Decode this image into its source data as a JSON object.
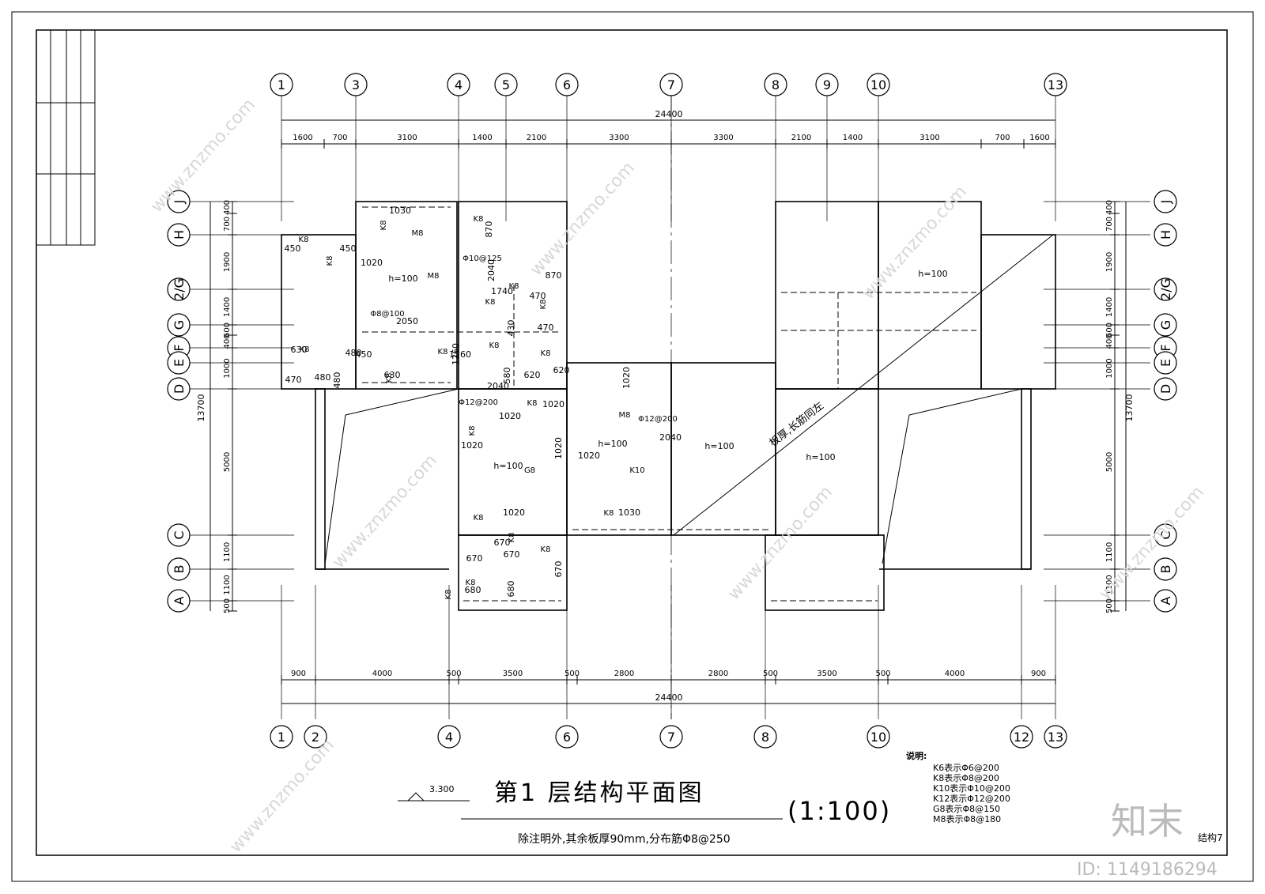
{
  "title": "第1 层结构平面图",
  "scale": "(1:100)",
  "elevation": "3.300",
  "subnote": "除注明外,其余板厚90mm,分布筋Φ8@250",
  "legend": {
    "heading": "说明:",
    "items": [
      "K6表示Φ6@200",
      "K8表示Φ8@200",
      "K10表示Φ10@200",
      "K12表示Φ12@200",
      "G8表示Φ8@150",
      "M8表示Φ8@180"
    ]
  },
  "sheet_tag": "结构7",
  "watermark": {
    "brand": "知末",
    "site": "www.znzmo.com",
    "id": "ID: 1149186294"
  },
  "axes_top": [
    "1",
    "3",
    "4",
    "5",
    "6",
    "7",
    "8",
    "9",
    "10",
    "13"
  ],
  "axes_bottom": [
    "1",
    "2",
    "4",
    "6",
    "7",
    "8",
    "10",
    "12",
    "13"
  ],
  "axes_rows": [
    "J",
    "H",
    "2/G",
    "G",
    "F",
    "E",
    "D",
    "C",
    "B",
    "A"
  ],
  "dims_top_total": "24400",
  "dims_top": [
    "1600",
    "700",
    "3100",
    "1400",
    "2100",
    "3300",
    "3300",
    "2100",
    "1400",
    "3100",
    "700",
    "1600"
  ],
  "dims_bottom_total": "24400",
  "dims_bottom": [
    "900",
    "4000",
    "500",
    "3500",
    "500",
    "2800",
    "2800",
    "500",
    "3500",
    "500",
    "4000",
    "900"
  ],
  "dims_side_total": "13700",
  "dims_side": [
    "400",
    "700",
    "1900",
    "1400",
    "600",
    "400",
    "1000",
    "5000",
    "1100",
    "1100",
    "500"
  ],
  "slab_notes": {
    "h100": "h=100",
    "diag": "板厚,长筋同左"
  },
  "rebar": [
    "K8",
    "K8",
    "K8",
    "K8",
    "K8",
    "K8",
    "K8",
    "K8",
    "K8",
    "K8",
    "K8",
    "K8",
    "K8",
    "K8",
    "K8",
    "K8",
    "K8",
    "K8",
    "K8",
    "K8",
    "M8",
    "M8",
    "M8",
    "K10",
    "G8",
    "Φ10@125",
    "Φ12@200",
    "Φ12@200",
    "Φ8@100"
  ],
  "rebar_len": [
    "1030",
    "870",
    "450",
    "450",
    "1020",
    "2040",
    "870",
    "1740",
    "470",
    "430",
    "1260",
    "470",
    "450",
    "580",
    "620",
    "620",
    "630",
    "1260",
    "2050",
    "630",
    "480",
    "480",
    "470",
    "480",
    "1020",
    "1020",
    "1020",
    "1020",
    "2040",
    "1020",
    "1030",
    "1020",
    "670",
    "670",
    "670",
    "670",
    "680",
    "680",
    "2040",
    "1020"
  ]
}
